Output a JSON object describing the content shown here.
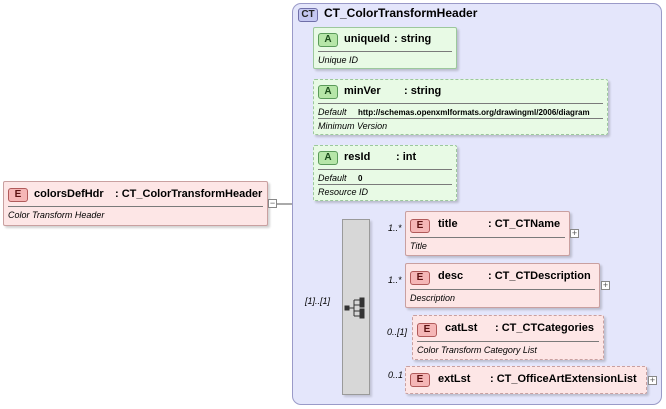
{
  "root": {
    "badge": "E",
    "name": "colorsDefHdr",
    "type": ": CT_ColorTransformHeader",
    "description": "Color Transform Header"
  },
  "complex_type": {
    "badge": "CT",
    "name": "CT_ColorTransformHeader"
  },
  "attributes": [
    {
      "badge": "A",
      "name": "uniqueId",
      "type": ": string",
      "description": "Unique ID"
    },
    {
      "badge": "A",
      "name": "minVer",
      "type": ": string",
      "default_label": "Default",
      "default_value": "http://schemas.openxmlformats.org/drawingml/2006/diagram",
      "description": "Minimum Version"
    },
    {
      "badge": "A",
      "name": "resId",
      "type": ": int",
      "default_label": "Default",
      "default_value": "0",
      "description": "Resource ID"
    }
  ],
  "sequence": {
    "multiplicity": "[1]..[1]"
  },
  "elements": [
    {
      "badge": "E",
      "name": "title",
      "type": ": CT_CTName",
      "description": "Title",
      "multiplicity": "1..*"
    },
    {
      "badge": "E",
      "name": "desc",
      "type": ": CT_CTDescription",
      "description": "Description",
      "multiplicity": "1..*"
    },
    {
      "badge": "E",
      "name": "catLst",
      "type": ": CT_CTCategories",
      "description": "Color Transform Category List",
      "multiplicity": "0..[1]"
    },
    {
      "badge": "E",
      "name": "extLst",
      "type": ": CT_OfficeArtExtensionList",
      "description": "",
      "multiplicity": "0..1"
    }
  ],
  "icons": {
    "collapse": "minus-icon",
    "expand": "plus-icon",
    "sequence": "sequence-icon"
  },
  "colors": {
    "element_fill": "#fde6e6",
    "element_border": "#c9a0a0",
    "attribute_fill": "#e8fae5",
    "attribute_border": "#9cc89c",
    "type_panel_fill": "#e4e6fb",
    "type_panel_border": "#9a9ac8"
  }
}
